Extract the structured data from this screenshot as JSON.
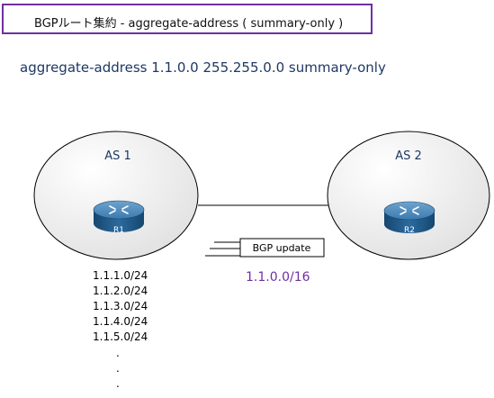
{
  "title": "BGPルート集約 - aggregate-address ( summary-only )",
  "command": "aggregate-address 1.1.0.0 255.255.0.0 summary-only",
  "as_left": {
    "label": "AS 1",
    "router": "R1"
  },
  "as_right": {
    "label": "AS 2",
    "router": "R2"
  },
  "update_label": "BGP update",
  "aggregate_prefix": "1.1.0.0/16",
  "prefixes": [
    "1.1.1.0/24",
    "1.1.2.0/24",
    "1.1.3.0/24",
    "1.1.4.0/24",
    "1.1.5.0/24"
  ],
  "colors": {
    "title_border": "#7030a0",
    "command_text": "#1f3864",
    "as_label": "#1f3864",
    "aggregate_text": "#7030a0",
    "router_body": "#1e5a8c"
  }
}
